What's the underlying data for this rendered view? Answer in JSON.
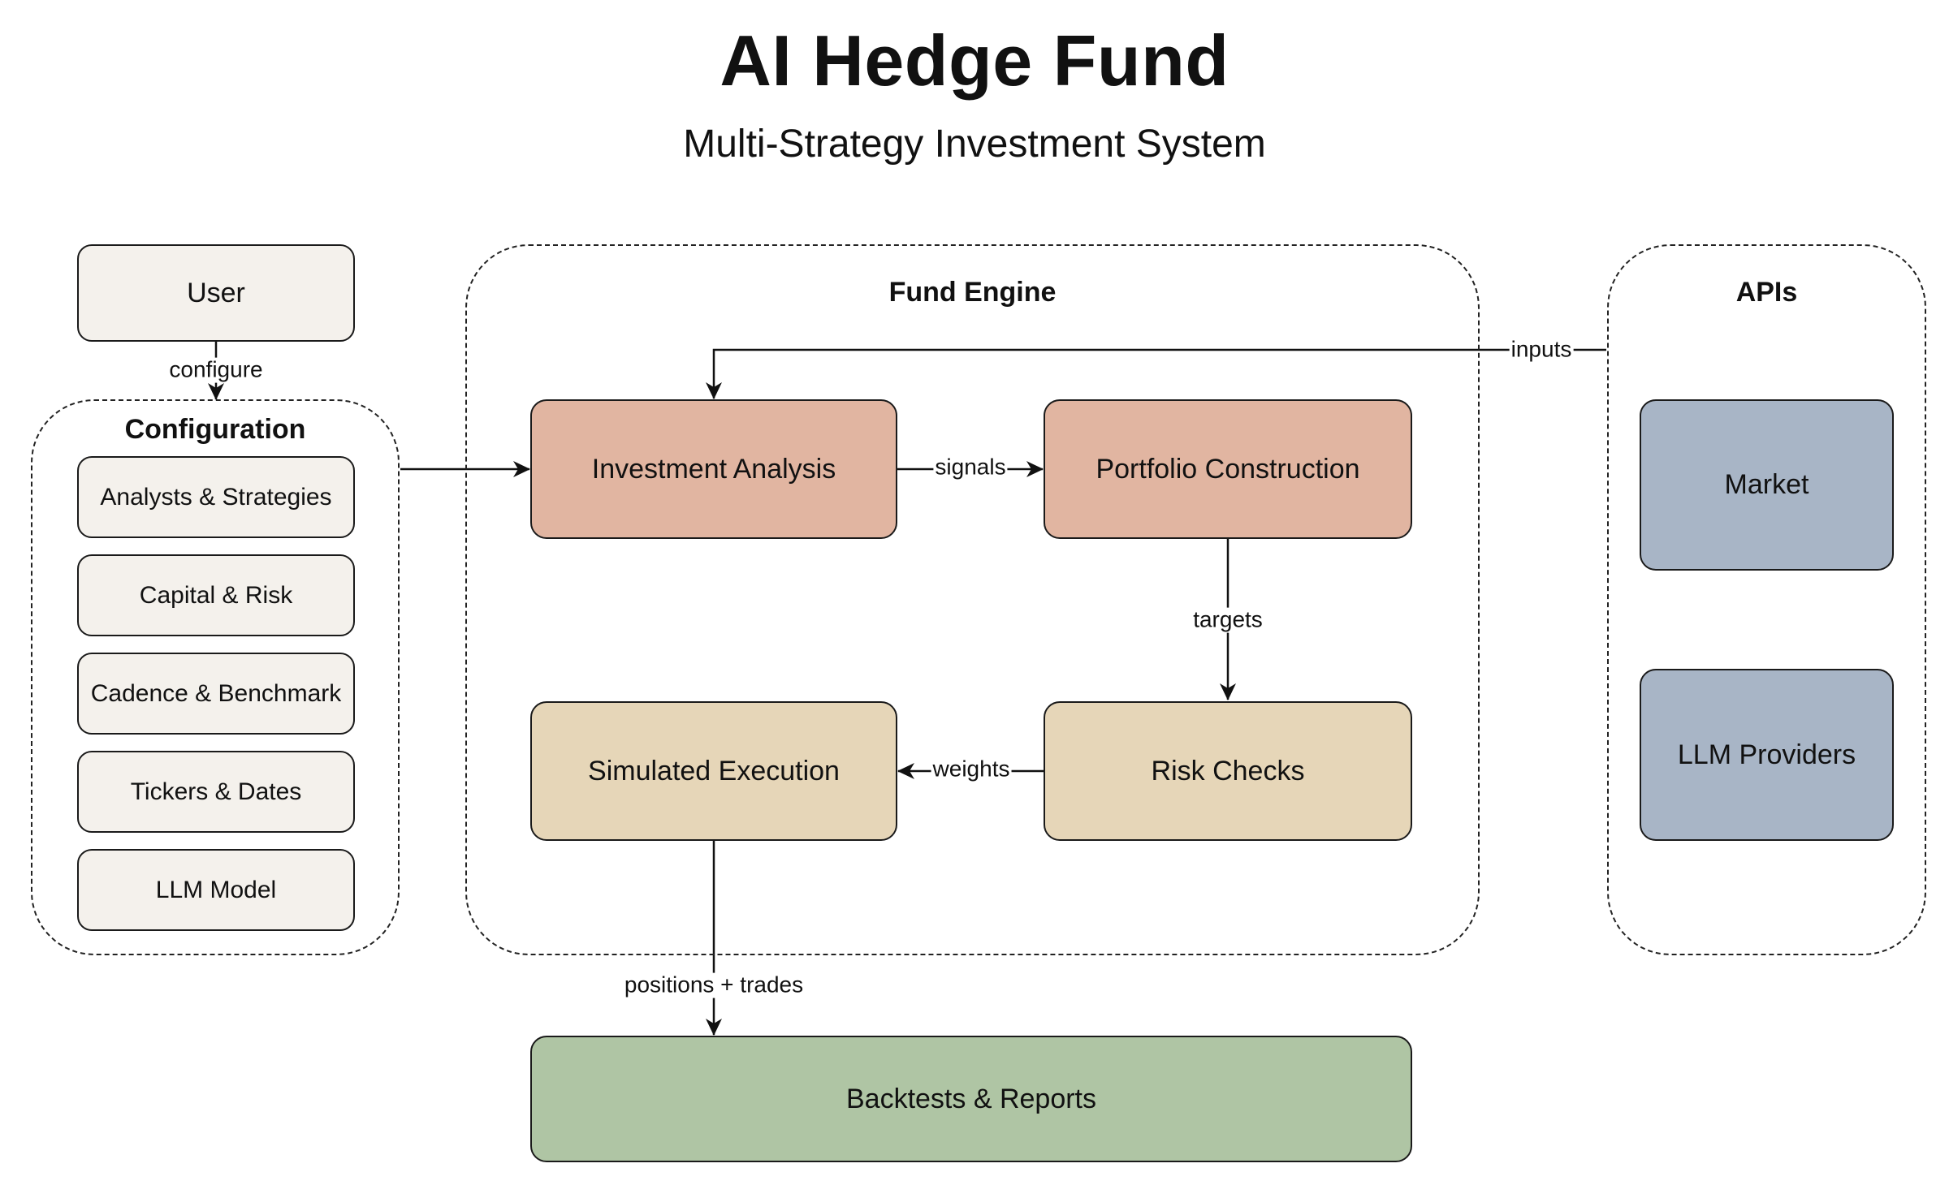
{
  "header": {
    "title": "AI Hedge Fund",
    "subtitle": "Multi-Strategy Investment System"
  },
  "user": {
    "label": "User"
  },
  "configuration": {
    "title": "Configuration",
    "items": [
      "Analysts & Strategies",
      "Capital & Risk",
      "Cadence & Benchmark",
      "Tickers & Dates",
      "LLM Model"
    ]
  },
  "fund_engine": {
    "title": "Fund Engine",
    "investment_analysis": "Investment Analysis",
    "portfolio_construction": "Portfolio Construction",
    "risk_checks": "Risk Checks",
    "simulated_execution": "Simulated Execution"
  },
  "apis": {
    "title": "APIs",
    "market": "Market",
    "llm_providers": "LLM Providers"
  },
  "output": {
    "backtests_reports": "Backtests & Reports"
  },
  "edges": {
    "configure": "configure",
    "inputs": "inputs",
    "signals": "signals",
    "targets": "targets",
    "weights": "weights",
    "positions_trades": "positions + trades"
  },
  "colors": {
    "cream": "#f4f1ec",
    "salmon": "#e1b5a1",
    "tan": "#e6d6b8",
    "slate": "#a8b5c6",
    "green": "#afc5a4"
  }
}
